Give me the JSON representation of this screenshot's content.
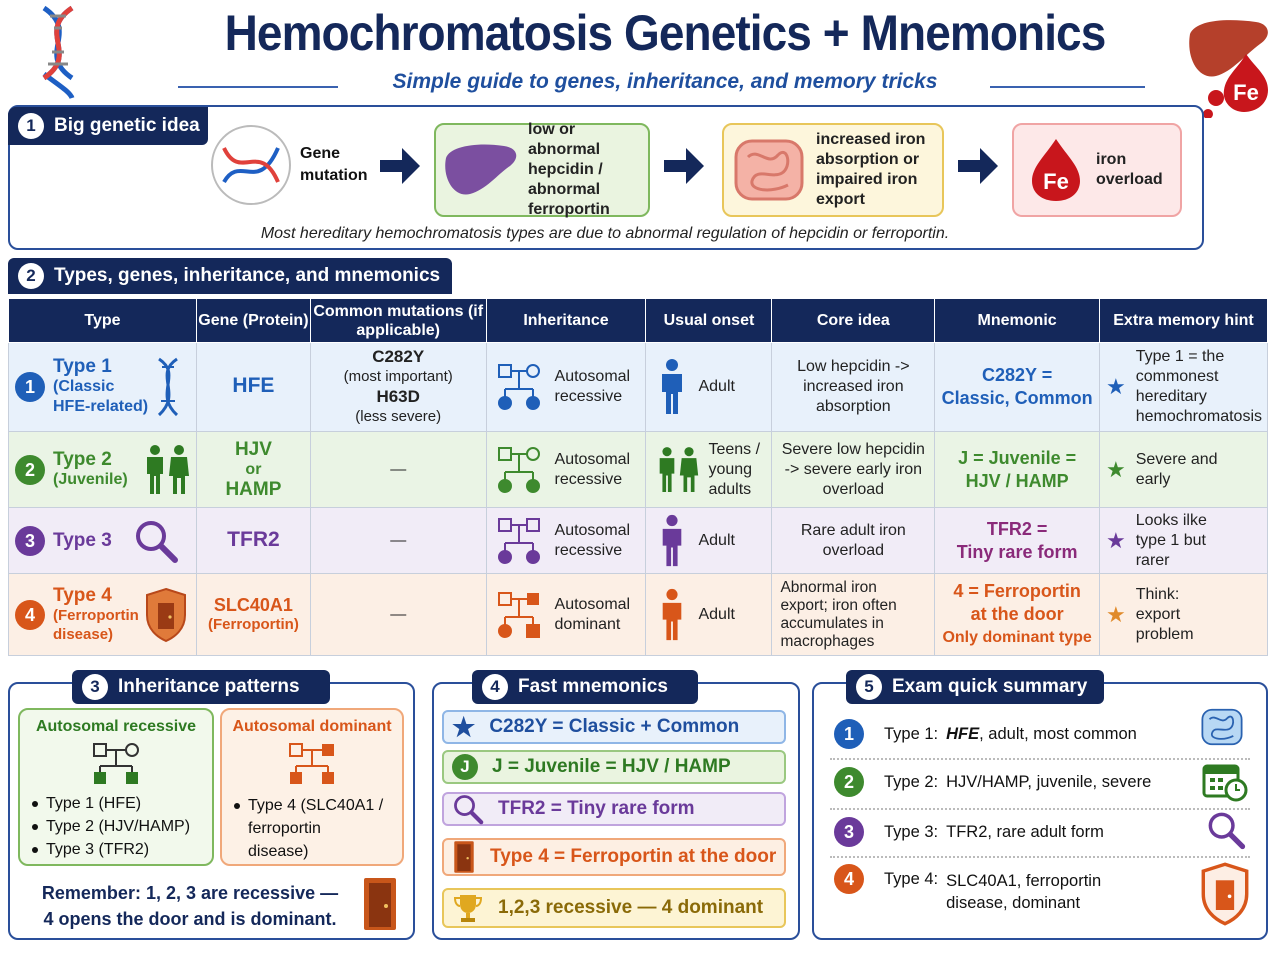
{
  "header": {
    "title": "Hemochromatosis Genetics + Mnemonics",
    "subtitle": "Simple guide to genes, inheritance, and memory tricks",
    "fe_label": "Fe"
  },
  "section1": {
    "number": "1",
    "title": "Big genetic idea",
    "flow": [
      {
        "text": "Gene mutation"
      },
      {
        "text": "low or abnormal hepcidin / abnormal ferroportin"
      },
      {
        "text": "increased iron absorption or impaired iron export"
      },
      {
        "text": "iron overload",
        "icon_label": "Fe"
      }
    ],
    "note": "Most hereditary hemochromatosis types are due to abnormal regulation of hepcidin or ferroportin."
  },
  "section2": {
    "number": "2",
    "title": "Types, genes, inheritance, and mnemonics",
    "columns": [
      "Type",
      "Gene (Protein)",
      "Common mutations (if applicable)",
      "Inheritance",
      "Usual onset",
      "Core idea",
      "Mnemonic",
      "Extra memory hint"
    ],
    "rows": [
      {
        "num": "1",
        "name": "Type 1",
        "sub": "(Classic HFE-related)",
        "gene": "HFE",
        "gene_sub": "",
        "mut1": "C282Y",
        "mut1_note": "(most important)",
        "mut2": "H63D",
        "mut2_note": "(less severe)",
        "inheritance": "Autosomal recessive",
        "onset": "Adult",
        "core": "Low hepcidin -> increased iron absorption",
        "mnemonic1": "C282Y =",
        "mnemonic2": "Classic, Common",
        "mnemonic3": "",
        "hint": "Type 1 = the commonest hereditary hemochromatosis"
      },
      {
        "num": "2",
        "name": "Type 2",
        "sub": "(Juvenile)",
        "gene": "HJV",
        "gene_mid": "or",
        "gene2": "HAMP",
        "mut_dash": "—",
        "inheritance": "Autosomal recessive",
        "onset": "Teens / young adults",
        "core": "Severe low hepcidin -> severe early iron overload",
        "mnemonic1": "J = Juvenile =",
        "mnemonic2": "HJV / HAMP",
        "mnemonic3": "",
        "hint": "Severe and early"
      },
      {
        "num": "3",
        "name": "Type 3",
        "sub": "",
        "gene": "TFR2",
        "gene_sub": "",
        "mut_dash": "—",
        "inheritance": "Autosomal recessive",
        "onset": "Adult",
        "core": "Rare adult iron overload",
        "mnemonic1": "TFR2 =",
        "mnemonic2": "Tiny rare form",
        "mnemonic3": "",
        "hint": "Looks ilke type 1 but rarer"
      },
      {
        "num": "4",
        "name": "Type 4",
        "sub": "(Ferroportin disease)",
        "gene": "SLC40A1",
        "gene_sub": "(Ferroportin)",
        "mut_dash": "—",
        "inheritance": "Autosomal dominant",
        "onset": "Adult",
        "core": "Abnormal iron export; iron often accumulates in macrophages",
        "mnemonic1": "4 = Ferroportin",
        "mnemonic2": "at the door",
        "mnemonic3": "Only dominant type",
        "hint": "Think: export problem"
      }
    ]
  },
  "section3": {
    "number": "3",
    "title": "Inheritance patterns",
    "recessive": {
      "title": "Autosomal recessive",
      "items": [
        "Type 1 (HFE)",
        "Type 2 (HJV/HAMP)",
        "Type 3 (TFR2)"
      ]
    },
    "dominant": {
      "title": "Autosomal dominant",
      "items": [
        "Type 4 (SLC40A1 / ferroportin disease)"
      ]
    },
    "remember1": "Remember: 1, 2, 3 are recessive —",
    "remember2": "4 opens the door and is dominant."
  },
  "section4": {
    "number": "4",
    "title": "Fast mnemonics",
    "items": [
      {
        "text": "C282Y = Classic + Common",
        "icon": "star-icon",
        "color": "#2a5ab0"
      },
      {
        "text": "J = Juvenile = HJV / HAMP",
        "icon": "j-badge-icon",
        "badge": "J",
        "color": "#3e8a2e"
      },
      {
        "text": "TFR2 = Tiny rare form",
        "icon": "magnifier-icon",
        "color": "#6a3a9a"
      },
      {
        "text": "Type 4 = Ferroportin at the door",
        "icon": "door-icon",
        "color": "#d8561a"
      },
      {
        "text": "1,2,3 recessive — 4 dominant",
        "icon": "trophy-icon",
        "color": "#a07a10"
      }
    ]
  },
  "section5": {
    "number": "5",
    "title": "Exam quick summary",
    "items": [
      {
        "num": "1",
        "label": "Type 1:",
        "gene": "HFE",
        "rest": ", adult, most common"
      },
      {
        "num": "2",
        "label": "Type 2:",
        "gene": "",
        "rest": "HJV/HAMP, juvenile, severe"
      },
      {
        "num": "3",
        "label": "Type 3:",
        "gene": "",
        "rest": "TFR2, rare adult form"
      },
      {
        "num": "4",
        "label": "Type 4:",
        "gene": "",
        "rest": "SLC40A1, ferroportin",
        "rest2": "disease, dominant"
      }
    ]
  },
  "colors": {
    "navy": "#14285a",
    "blue": "#1f5fb8",
    "green": "#3e8a2e",
    "purple": "#6a3a9a",
    "orange": "#d8561a"
  }
}
